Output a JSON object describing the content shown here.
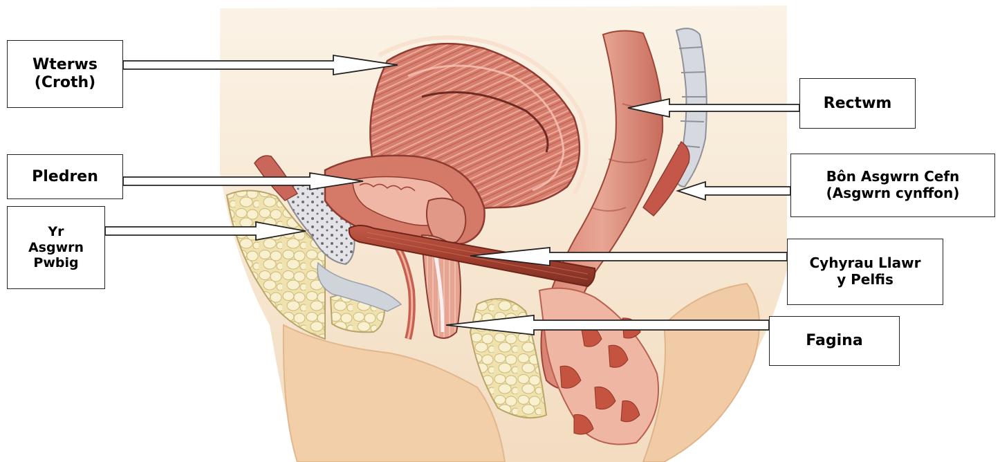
{
  "labels": {
    "uterus": {
      "line1": "Wterws",
      "line2": "(Croth)"
    },
    "rectum": {
      "line1": "Rectwm"
    },
    "bladder": {
      "line1": "Pledren"
    },
    "coccyx": {
      "line1": "Bôn Asgwrn Cefn",
      "line2": "(Asgwrn cynffon)"
    },
    "pubic_bone": {
      "line1": "Yr",
      "line2": "Asgwrn",
      "line3": "Pwbig"
    },
    "pelvic_floor": {
      "line1": "Cyhyrau Llawr",
      "line2": "y Pelfis"
    },
    "vagina": {
      "line1": "Fagina"
    }
  },
  "colors": {
    "muscle": "#c8675a",
    "muscle_light": "#e7a191",
    "muscle_dark": "#8e3b31",
    "skin": "#f4d9b8",
    "fat": "#f1e6b6",
    "bone": "#d9d9de",
    "background_tissue": "#f6ead4"
  }
}
